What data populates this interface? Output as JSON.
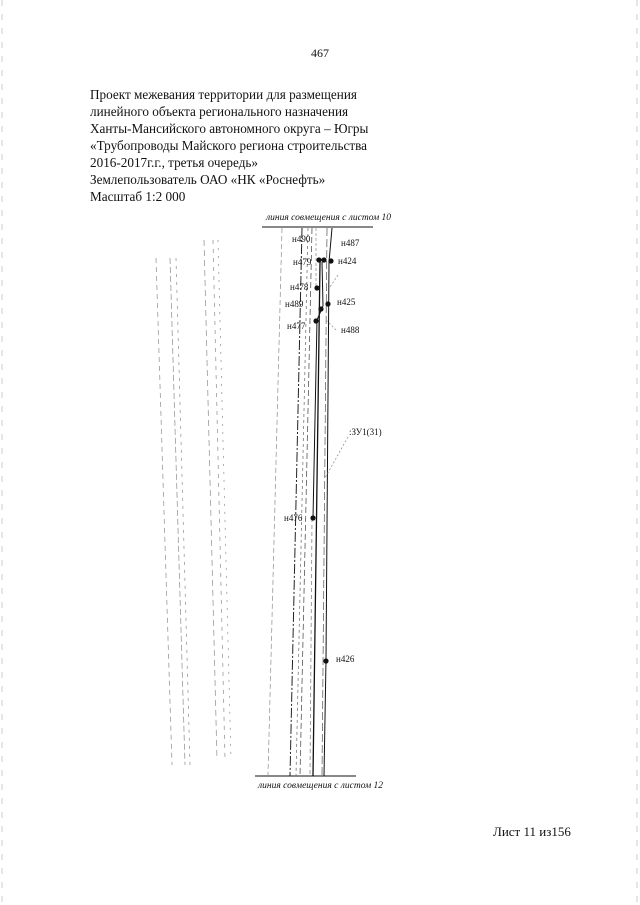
{
  "page_number": "467",
  "title_lines": [
    "Проект межевания территории для размещения",
    "линейного объекта регионального назначения",
    "Ханты-Мансийского автономного округа – Югры",
    "«Трубопроводы Майского региона строительства",
    "2016-2017г.г., третья очередь»",
    "Землепользователь ОАО «НК «Роснефть»",
    "Масштаб 1:2 000"
  ],
  "map": {
    "combine_top": "линия совмещения с листом 10",
    "combine_bottom": "линия совмещения с листом 12",
    "parcel_label": ":ЗУ1(31)",
    "points": {
      "n490": "н490",
      "n487": "н487",
      "n479": "н479",
      "n424": "н424",
      "n478": "н478",
      "n425": "н425",
      "n489": "н489",
      "n477": "н477",
      "n488": "н488",
      "n476": "н476",
      "n426": "н426"
    }
  },
  "sheet_label": "Лист 11 из156"
}
